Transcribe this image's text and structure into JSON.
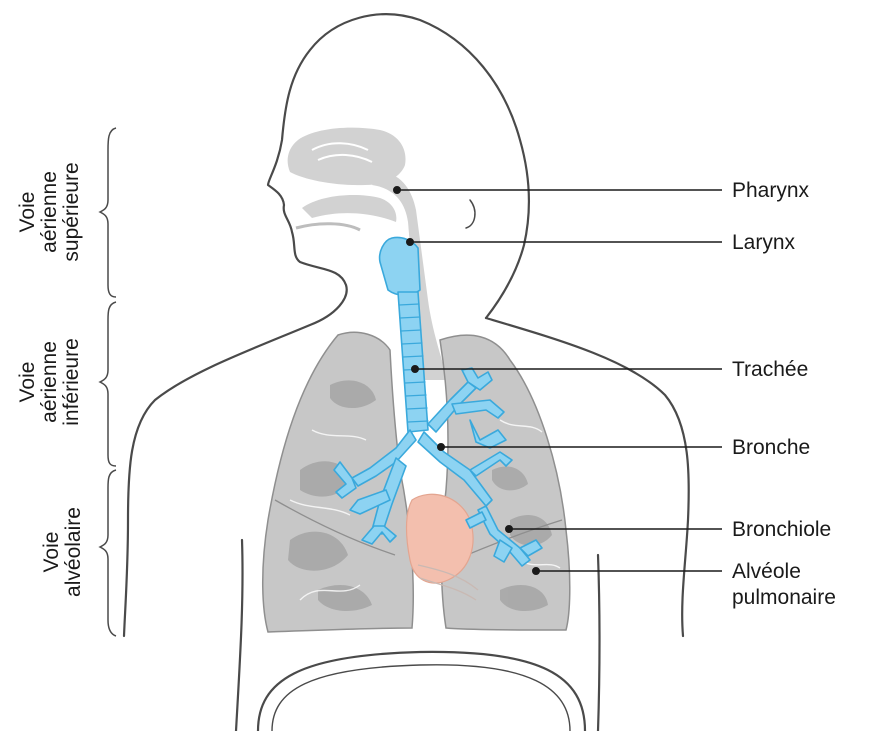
{
  "colors": {
    "body_outline": "#4a4a4a",
    "airway_gray": "#d2d2d2",
    "lung_gray": "#c4c4c4",
    "lung_dark": "#9d9d9d",
    "bronchi_blue": "#8dd3f2",
    "bronchi_outline": "#3aa9dc",
    "heart": "#f3bfae",
    "leader_line": "#1a1a1a"
  },
  "labels": {
    "pharynx": "Pharynx",
    "larynx": "Larynx",
    "trachee": "Trachée",
    "bronche": "Bronche",
    "bronchiole": "Bronchiole",
    "alveole_line1": "Alvéole",
    "alveole_line2": "pulmonaire"
  },
  "regions": {
    "upper": {
      "line1": "Voie",
      "line2": "aérienne",
      "line3": "supérieure"
    },
    "lower": {
      "line1": "Voie",
      "line2": "aérienne",
      "line3": "inférieure"
    },
    "alveolar": {
      "line1": "Voie",
      "line2": "alvéolaire"
    }
  }
}
